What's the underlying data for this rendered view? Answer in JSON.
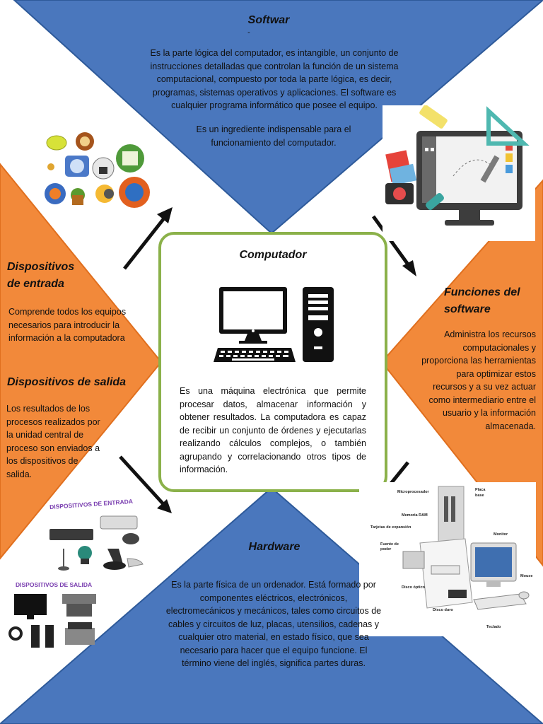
{
  "colors": {
    "blue": "#4a77bd",
    "blue_border": "#2e5a9a",
    "orange": "#f2893a",
    "green_border": "#8bb14a"
  },
  "top": {
    "title": "Softwar",
    "dash": "-",
    "paragraph1": "Es la parte lógica del computador, es intangible, un conjunto de instrucciones detalladas que controlan la función de un sistema computacional, compuesto por toda la parte lógica, es decir, programas, sistemas operativos y aplicaciones. El software es cualquier programa informático que posee el equipo.",
    "paragraph2": "Es un ingrediente indispensable para el funcionamiento del computador."
  },
  "left": {
    "input_title_line1": "Dispositivos",
    "input_title_line2": "de entrada",
    "input_text": "Comprende todos los equipos necesarios para introducir la información a la computadora",
    "output_title": "Dispositivos de salida",
    "output_text": "Los resultados de los procesos realizados por la unidad central de proceso son enviados a los dispositivos de salida."
  },
  "center": {
    "title": "Computador",
    "text": "Es una máquina electrónica que permite procesar datos, almacenar información y obtener resultados. La computadora es capaz de recibir un conjunto de órdenes y ejecutarlas realizando cálculos complejos, o también agrupando y correlacionando otros tipos de información."
  },
  "right": {
    "title_line1": "Funciones del",
    "title_line2": "software",
    "text": "Administra los recursos computacionales y proporciona las herramientas para optimizar estos recursos y a su vez actuar como intermediario entre el usuario y la información almacenada."
  },
  "bottom": {
    "title": "Hardware",
    "text": "Es la parte física de un ordenador. Está formado por componentes eléctricos, electrónicos, electromecánicos y mecánicos, tales como circuitos de cables y circuitos de luz, placas, utensilios, cadenas y cualquier otro material, en estado físico, que sea necesario para hacer que el equipo funcione. El término viene del inglés, significa partes duras."
  },
  "images": {
    "devices_in_label": "DISPOSITIVOS DE ENTRADA",
    "devices_out_label": "DISPOSITIVOS DE SALIDA",
    "hw_labels": [
      "Microprocesador",
      "Placa base",
      "Memoria RAM",
      "Tarjetas de expansión",
      "Fuente de poder",
      "Monitor",
      "Disco óptico",
      "Disco duro",
      "Mouse",
      "Teclado"
    ]
  }
}
